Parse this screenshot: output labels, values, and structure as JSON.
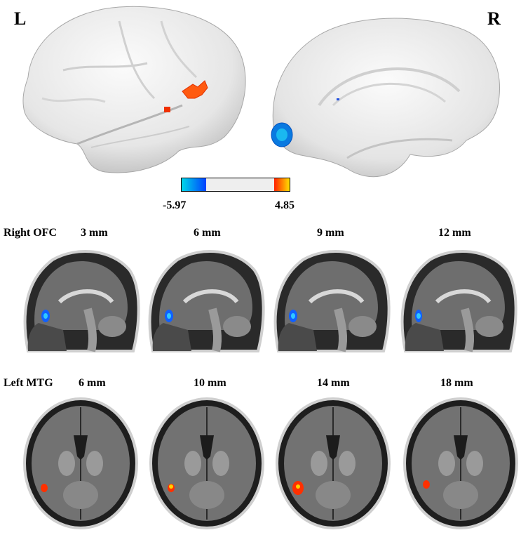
{
  "hemispheres": {
    "left_label": "L",
    "right_label": "R"
  },
  "colorbar": {
    "min_label": "-5.97",
    "max_label": "4.85",
    "neg_colors": [
      "#00d8e8",
      "#0040ff"
    ],
    "pos_colors": [
      "#ff2000",
      "#ffe000"
    ],
    "mid_color": "#eeeeee"
  },
  "rows": [
    {
      "label": "Right OFC",
      "view": "sagittal",
      "blob_color": "blue",
      "slices": [
        "3 mm",
        "6 mm",
        "9 mm",
        "12 mm"
      ]
    },
    {
      "label": "Left MTG",
      "view": "axial",
      "blob_color": "red",
      "slices": [
        "6  mm",
        "10 mm",
        "14 mm",
        "18 mm"
      ]
    }
  ]
}
